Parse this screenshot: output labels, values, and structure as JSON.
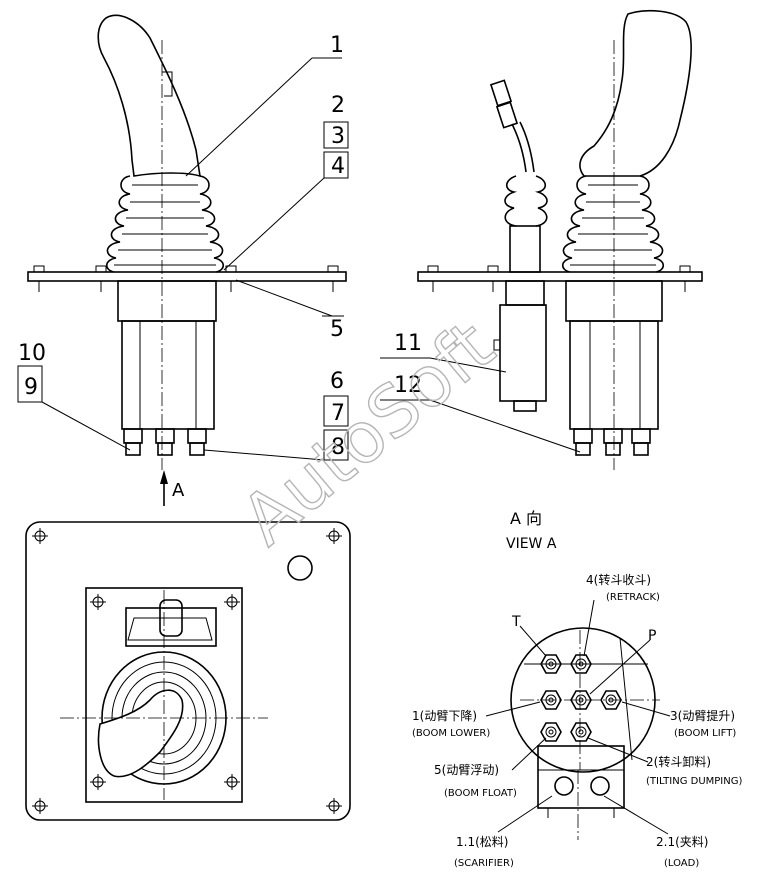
{
  "callouts": {
    "c1": "1",
    "c2": "2",
    "c3": "3",
    "c4": "4",
    "c5": "5",
    "c6": "6",
    "c7": "7",
    "c8": "8",
    "c9": "9",
    "c10": "10",
    "c11": "11",
    "c12": "12"
  },
  "arrow_label": "A",
  "view_title": "A 向",
  "view_subtitle": "VIEW A",
  "port_t": "T",
  "port_p": "P",
  "ports": {
    "p4": "4(转斗收斗)",
    "p4_en": "(RETRACK)",
    "p1": "1(动臂下降)",
    "p1_en": "(BOOM LOWER)",
    "p3": "3(动臂提升)",
    "p3_en": "(BOOM LIFT)",
    "p5": "5(动臂浮动)",
    "p5_en": "(BOOM FLOAT)",
    "p2": "2(转斗卸料)",
    "p2_en": "(TILTING DUMPING)",
    "p11": "1.1(松料)",
    "p11_en": "(SCARIFIER)",
    "p21": "2.1(夹料)",
    "p21_en": "(LOAD)"
  },
  "watermark": "AutoSoft"
}
